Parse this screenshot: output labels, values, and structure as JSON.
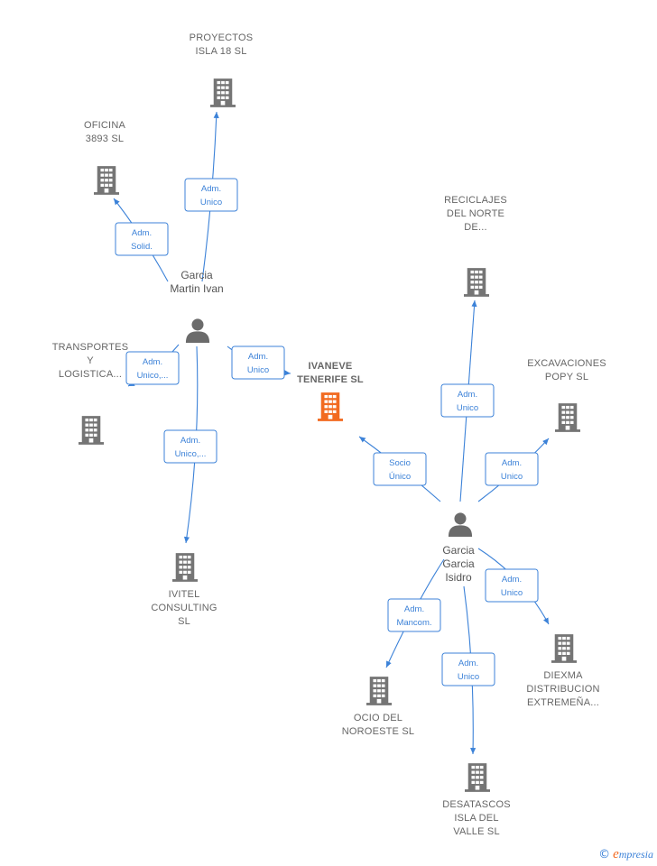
{
  "colors": {
    "edge": "#3c82d8",
    "company": "#757575",
    "focus_company": "#f26b21",
    "person": "#6b6b6b"
  },
  "nodes": [
    {
      "id": "ivaneve",
      "type": "company",
      "focus": true,
      "lines": [
        "IVANEVE",
        "TENERIFE  SL"
      ],
      "icon": "building-icon"
    },
    {
      "id": "proyectos",
      "type": "company",
      "lines": [
        "PROYECTOS",
        "ISLA 18  SL"
      ],
      "icon": "building-icon"
    },
    {
      "id": "oficina",
      "type": "company",
      "lines": [
        "OFICINA",
        "3893  SL"
      ],
      "icon": "building-icon"
    },
    {
      "id": "transportes",
      "type": "company",
      "lines": [
        "TRANSPORTES",
        "Y",
        "LOGISTICA..."
      ],
      "icon": "building-icon"
    },
    {
      "id": "ivitel",
      "type": "company",
      "lines": [
        "IVITEL",
        "CONSULTING",
        "SL"
      ],
      "icon": "building-icon"
    },
    {
      "id": "reciclajes",
      "type": "company",
      "lines": [
        "RECICLAJES",
        "DEL NORTE",
        "DE..."
      ],
      "icon": "building-icon"
    },
    {
      "id": "excavaciones",
      "type": "company",
      "lines": [
        "EXCAVACIONES",
        "POPY SL"
      ],
      "icon": "building-icon"
    },
    {
      "id": "diexma",
      "type": "company",
      "lines": [
        "DIEXMA",
        "DISTRIBUCION",
        "EXTREMEÑA..."
      ],
      "icon": "building-icon"
    },
    {
      "id": "ocio",
      "type": "company",
      "lines": [
        "OCIO DEL",
        "NOROESTE SL"
      ],
      "icon": "building-icon"
    },
    {
      "id": "desatascos",
      "type": "company",
      "lines": [
        "DESATASCOS",
        "ISLA DEL",
        "VALLE  SL"
      ],
      "icon": "building-icon"
    },
    {
      "id": "garcia_martin",
      "type": "person",
      "lines": [
        "Garcia",
        "Martin Ivan"
      ],
      "icon": "person-icon"
    },
    {
      "id": "garcia_garcia",
      "type": "person",
      "lines": [
        "Garcia",
        "Garcia",
        "Isidro"
      ],
      "icon": "person-icon"
    }
  ],
  "edges": [
    {
      "from": "garcia_martin",
      "to": "proyectos",
      "label": [
        "Adm.",
        "Unico"
      ]
    },
    {
      "from": "garcia_martin",
      "to": "oficina",
      "label": [
        "Adm.",
        "Solid."
      ]
    },
    {
      "from": "garcia_martin",
      "to": "transportes",
      "label": [
        "Adm.",
        "Unico,..."
      ]
    },
    {
      "from": "garcia_martin",
      "to": "ivaneve",
      "label": [
        "Adm.",
        "Unico"
      ]
    },
    {
      "from": "garcia_martin",
      "to": "ivitel",
      "label": [
        "Adm.",
        "Unico,..."
      ]
    },
    {
      "from": "garcia_garcia",
      "to": "reciclajes",
      "label": [
        "Adm.",
        "Unico"
      ]
    },
    {
      "from": "garcia_garcia",
      "to": "excavaciones",
      "label": [
        "Adm.",
        "Unico"
      ]
    },
    {
      "from": "garcia_garcia",
      "to": "ivaneve",
      "label": [
        "Socio",
        "Único"
      ]
    },
    {
      "from": "garcia_garcia",
      "to": "diexma",
      "label": [
        "Adm.",
        "Unico"
      ]
    },
    {
      "from": "garcia_garcia",
      "to": "ocio",
      "label": [
        "Adm.",
        "Mancom."
      ]
    },
    {
      "from": "garcia_garcia",
      "to": "desatascos",
      "label": [
        "Adm.",
        "Unico"
      ]
    }
  ],
  "footer": {
    "copyright": "©",
    "brand_initial": "e",
    "brand_rest": "mpresia"
  }
}
